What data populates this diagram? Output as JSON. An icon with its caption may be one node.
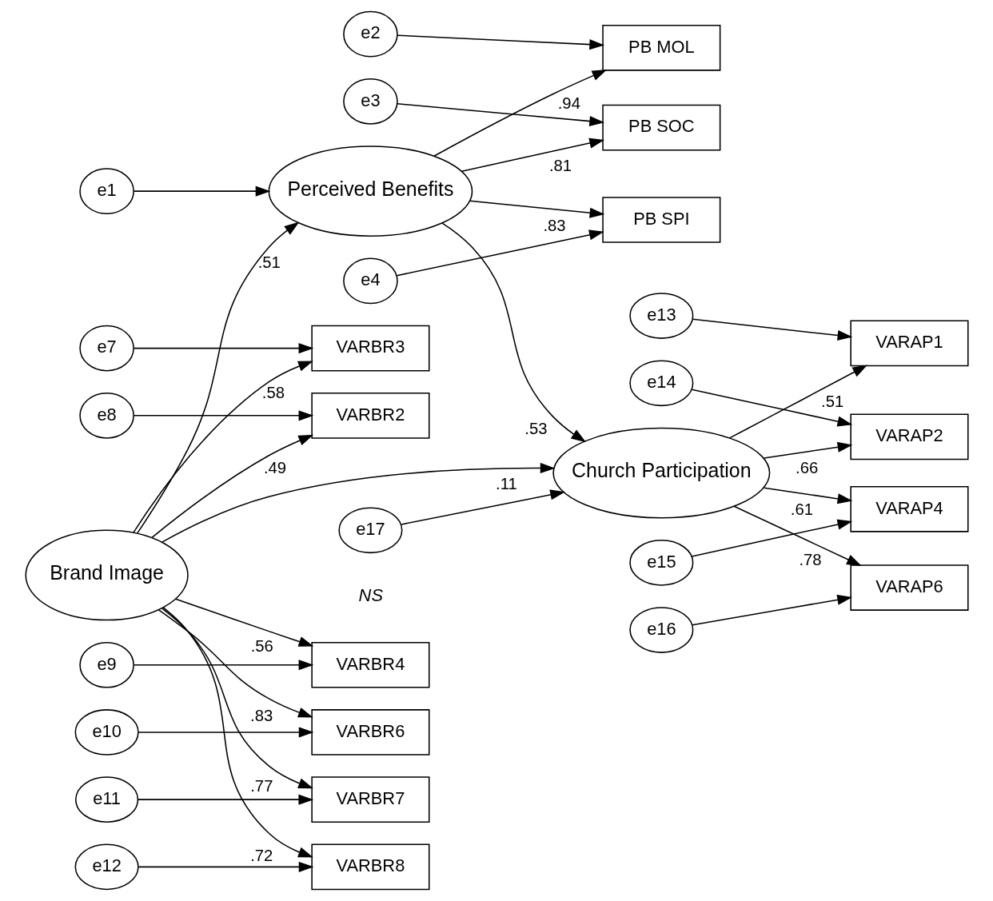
{
  "diagram": {
    "nodes": [
      {
        "text": [
          "e2"
        ]
      },
      {
        "text": [
          "e3"
        ]
      },
      {
        "text": [
          "e4"
        ]
      },
      {
        "text": [
          "PB MOL"
        ]
      },
      {
        "text": [
          "PB SOC"
        ]
      },
      {
        "text": [
          "PB SPI"
        ]
      },
      {
        "text": [
          "e17"
        ]
      },
      {
        "text": [
          "VARAP1"
        ]
      },
      {
        "text": [
          "e13"
        ]
      },
      {
        "text": [
          "e1"
        ]
      },
      {
        "text": [
          "Perceived Benefits"
        ]
      },
      {
        "text": [
          "Church Participation"
        ]
      },
      {
        "text": [
          "VARAP2"
        ]
      },
      {
        "text": [
          "e14"
        ]
      },
      {
        "text": [
          "VARAP4"
        ]
      },
      {
        "text": [
          "e15"
        ]
      },
      {
        "text": [
          "VARAP6"
        ]
      },
      {
        "text": [
          "e16"
        ]
      },
      {
        "text": [
          "e7"
        ]
      },
      {
        "text": [
          "VARBR3"
        ]
      },
      {
        "text": [
          "e8"
        ]
      },
      {
        "text": [
          "VARBR2"
        ]
      },
      {
        "text": [
          "Brand Image"
        ]
      },
      {
        "text": [
          "e9"
        ]
      },
      {
        "text": [
          "VARBR4"
        ]
      },
      {
        "text": [
          "e10"
        ]
      },
      {
        "text": [
          "VARBR6"
        ]
      },
      {
        "text": [
          "e11"
        ]
      },
      {
        "text": [
          "VARBR7"
        ]
      },
      {
        "text": [
          "e12"
        ]
      },
      {
        "text": [
          "VARBR8"
        ]
      }
    ],
    "edges": [
      {
        "from": 0,
        "to": 3,
        "arrow": "to"
      },
      {
        "from": 1,
        "to": 4,
        "arrow": "to"
      },
      {
        "from": 2,
        "to": 5,
        "arrow": "to"
      },
      {
        "from": 10,
        "to": 3,
        "arrow": "to",
        "label": ".94"
      },
      {
        "from": 10,
        "to": 4,
        "arrow": "to",
        "label": ".81"
      },
      {
        "from": 10,
        "to": 5,
        "arrow": "to",
        "label": ".83"
      },
      {
        "from": 9,
        "to": 10,
        "arrow": "to"
      },
      {
        "from": 10,
        "to": 11,
        "arrow": "to",
        "label": ".53"
      },
      {
        "from": 6,
        "to": 11,
        "arrow": "to"
      },
      {
        "from": 11,
        "to": 7,
        "arrow": "to",
        "label": ".51"
      },
      {
        "from": 11,
        "to": 12,
        "arrow": "to",
        "label": ".66"
      },
      {
        "from": 11,
        "to": 14,
        "arrow": "to",
        "label": ".61"
      },
      {
        "from": 11,
        "to": 16,
        "arrow": "to",
        "label": ".78"
      },
      {
        "from": 8,
        "to": 7,
        "arrow": "to"
      },
      {
        "from": 13,
        "to": 12,
        "arrow": "to"
      },
      {
        "from": 15,
        "to": 14,
        "arrow": "to"
      },
      {
        "from": 17,
        "to": 16,
        "arrow": "to"
      },
      {
        "from": 22,
        "to": 10,
        "arrow": "to",
        "label": ".51"
      },
      {
        "from": 22,
        "to": 11,
        "arrow": "to",
        "label": ".11"
      },
      {
        "from": 22,
        "to": 19,
        "arrow": "to",
        "label": ".58"
      },
      {
        "from": 22,
        "to": 21,
        "arrow": "to",
        "label": ".49"
      },
      {
        "from": 22,
        "to": 24,
        "arrow": "to",
        "label": ".56"
      },
      {
        "from": 22,
        "to": 26,
        "arrow": "to",
        "label": ".83"
      },
      {
        "from": 22,
        "to": 28,
        "arrow": "to",
        "label": ".77"
      },
      {
        "from": 22,
        "to": 30,
        "arrow": "to",
        "label": ".72"
      },
      {
        "from": 18,
        "to": 19,
        "arrow": "to"
      },
      {
        "from": 20,
        "to": 21,
        "arrow": "to"
      },
      {
        "from": 23,
        "to": 24,
        "arrow": "to"
      },
      {
        "from": 25,
        "to": 26,
        "arrow": "to"
      },
      {
        "from": 27,
        "to": 28,
        "arrow": "to"
      },
      {
        "from": 29,
        "to": 30,
        "arrow": "to"
      }
    ],
    "labels": [
      "NS"
    ]
  }
}
